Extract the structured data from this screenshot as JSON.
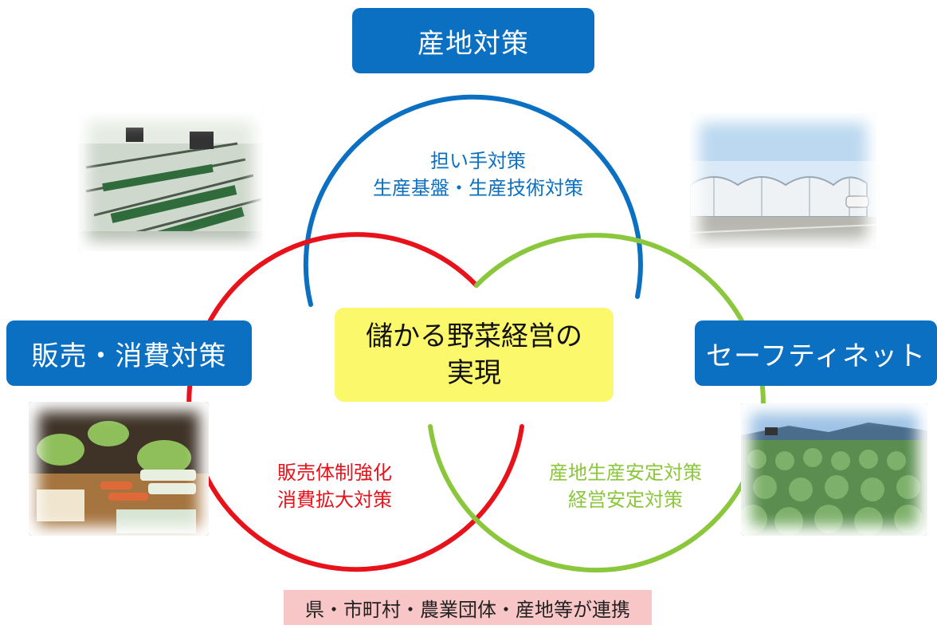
{
  "title": "産地対策",
  "labels": {
    "left": "販売・消費対策",
    "right": "セーフティネット"
  },
  "center": {
    "line1": "儲かる野菜経営の",
    "line2": "実現"
  },
  "circle_texts": {
    "blue_line1": "担い手対策",
    "blue_line2": "生産基盤・生産技術対策",
    "red_line1": "販売体制強化",
    "red_line2": "消費拡大対策",
    "green_line1": "産地生産安定対策",
    "green_line2": "経営安定対策"
  },
  "bottom_note": "県・市町村・農業団体・産地等が連携",
  "colors": {
    "blue": "#0b70c2",
    "red": "#e8121b",
    "green": "#8bc73c",
    "yellow": "#fbf86b",
    "pink": "#f8c6c6"
  },
  "photos": {
    "top_left": "vegetable-packing-facility",
    "top_right": "greenhouse",
    "bottom_left": "vegetable-market-stall",
    "bottom_right": "cabbage-field"
  }
}
